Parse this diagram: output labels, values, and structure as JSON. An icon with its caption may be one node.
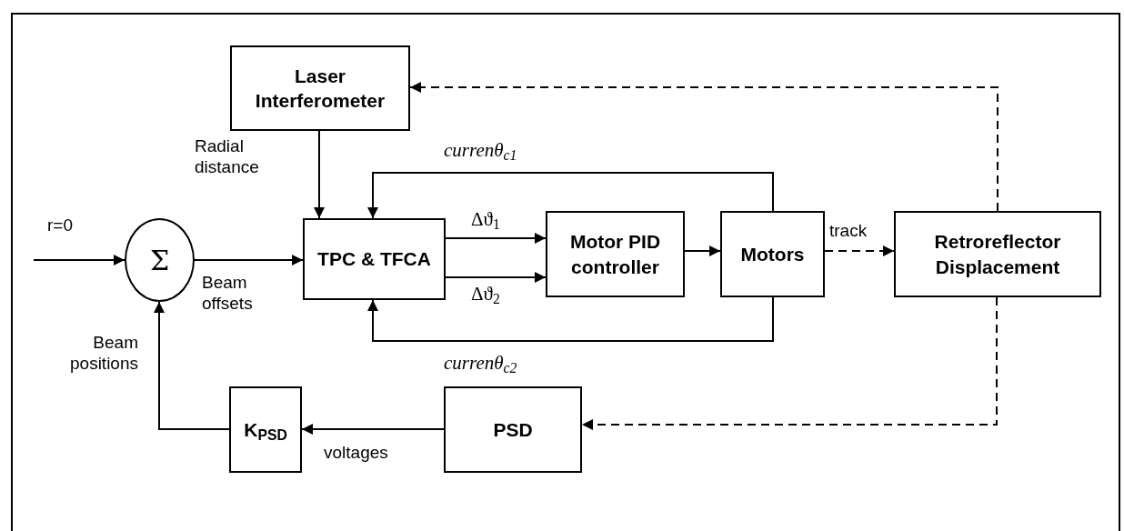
{
  "diagram": {
    "nodes": [
      {
        "text": [
          "Laser Interferometer"
        ]
      },
      {
        "text": [
          "Σ"
        ]
      },
      {
        "text": [
          "TPC & TFCA"
        ]
      },
      {
        "text": [
          "Motor PID controller"
        ]
      },
      {
        "text": [
          "Motors"
        ]
      },
      {
        "text": [
          "Retroreflector Displacement"
        ]
      },
      {
        "text": [
          "PSD"
        ]
      },
      {
        "text": [
          "K$_{PSD}$"
        ]
      }
    ],
    "edges": [
      {
        "from": null,
        "to": 1,
        "arrow": "to",
        "label": "r=0"
      },
      {
        "from": 1,
        "to": 2,
        "arrow": "to",
        "label": "Beam offsets"
      },
      {
        "from": 0,
        "to": 2,
        "arrow": "to",
        "label": "Radial distance"
      },
      {
        "from": 4,
        "to": 2,
        "arrow": "to",
        "label": "currenθ$_{c1}$"
      },
      {
        "from": 4,
        "to": 2,
        "arrow": "to",
        "label": "currenθ$_{c2}$"
      },
      {
        "from": 2,
        "to": 3,
        "arrow": "to",
        "label": "Δϑ$_{1}$"
      },
      {
        "from": 2,
        "to": 3,
        "arrow": "to",
        "label": "Δϑ$_{2}$"
      },
      {
        "from": 3,
        "to": 4,
        "arrow": "to"
      },
      {
        "from": 4,
        "to": 5,
        "arrow": "to",
        "label": "track",
        "style": "dashed"
      },
      {
        "from": 5,
        "to": 0,
        "arrow": "to",
        "style": "dashed"
      },
      {
        "from": 5,
        "to": 6,
        "arrow": "to",
        "style": "dashed"
      },
      {
        "from": 6,
        "to": 7,
        "arrow": "to",
        "label": "voltages"
      },
      {
        "from": 7,
        "to": 1,
        "arrow": "to",
        "label": "Beam positions"
      }
    ]
  }
}
